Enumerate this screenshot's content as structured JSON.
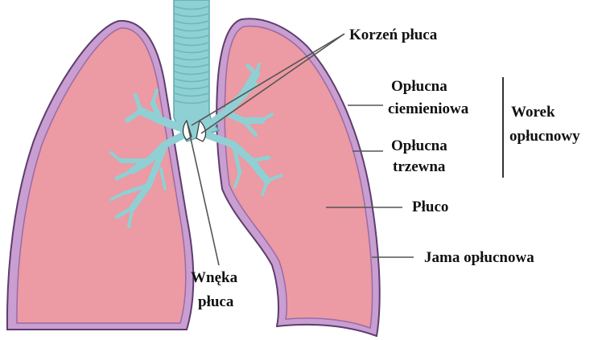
{
  "labels": {
    "korzen": "Korzeń płuca",
    "oplucna_ciem_1": "Opłucna",
    "oplucna_ciem_2": "ciemieniowa",
    "oplucna_trz_1": "Opłucna",
    "oplucna_trz_2": "trzewna",
    "worek_1": "Worek",
    "worek_2": "opłucnowy",
    "pluco": "Płuco",
    "jama": "Jama opłucnowa",
    "wneka_1": "Wnęka",
    "wneka_2": "płuca"
  },
  "colors": {
    "lung_fill": "#ec9aa3",
    "pleura_outer": "#5e3c70",
    "pleura_inner": "#c99ed0",
    "airway_fill": "#8fd0d4",
    "airway_ring": "#6bb8bd",
    "leader_line": "#555555",
    "text": "#111111"
  }
}
